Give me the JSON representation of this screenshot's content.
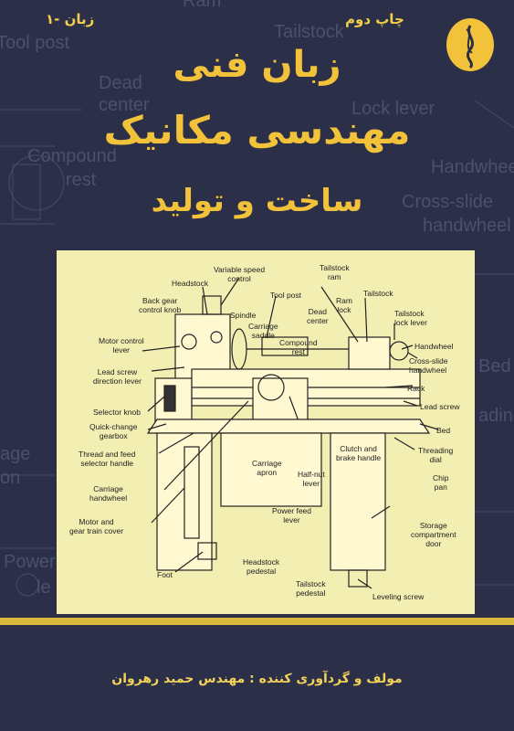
{
  "cover": {
    "edition": "چاپ دوم",
    "series": "زبان -۱",
    "title_line1": "زبان فنی",
    "title_line2": "مهندسی مکانیک",
    "title_line3": "ساخت و تولید",
    "author": "مولف و گردآوری کننده : مهندس حمید رهروان"
  },
  "background_labels": [
    "Ram",
    "Tool post",
    "Tailstock",
    "Dead",
    "center",
    "Lock lever",
    "Compound",
    "rest",
    "Handwheel",
    "Cross-slide",
    "handwheel",
    "Bed",
    "ading",
    "age",
    "on",
    "Power",
    "le"
  ],
  "diagram": {
    "labels": {
      "headstock": "Headstock",
      "variable_speed": "Variable speed\ncontrol",
      "tailstock_ram": "Tailstock\nram",
      "back_gear": "Back gear\ncontrol knob",
      "tool_post": "Tool post",
      "ram_lock": "Ram\nlock",
      "tailstock": "Tailstock",
      "spindle": "Spindle",
      "dead_center": "Dead\ncenter",
      "tailstock_lock": "Tailstock\nlock lever",
      "carriage_saddle": "Carriage\nsaddle",
      "motor_control": "Motor control\nlever",
      "compound_rest": "Compound\nrest",
      "handwheel": "Handwheel",
      "cross_slide": "Cross-slide\nhandwheel",
      "lead_screw_lever": "Lead screw\ndirection lever",
      "rack": "Rack",
      "selector_knob": "Selector knob",
      "lead_screw": "Lead screw",
      "quick_change": "Quick-change\ngearbox",
      "bed": "Bed",
      "thread_feed": "Thread and feed\nselector handle",
      "clutch": "Clutch and\nbrake handle",
      "threading_dial": "Threading\ndial",
      "carriage_apron": "Carriage\napron",
      "half_nut": "Half-nut\nlever",
      "chip_pan": "Chip\npan",
      "carriage_handwheel": "Carriage\nhandwheel",
      "power_feed": "Power feed\nlever",
      "motor_cover": "Motor and\ngear train cover",
      "storage_door": "Storage\ncompartment\ndoor",
      "foot": "Foot",
      "headstock_pedestal": "Headstock\npedestal",
      "tailstock_pedestal": "Tailstock\npedestal",
      "leveling_screw": "Leveling screw"
    }
  },
  "colors": {
    "background": "#2b2f47",
    "title": "#f2c23a",
    "panel": "#f3efb2"
  }
}
